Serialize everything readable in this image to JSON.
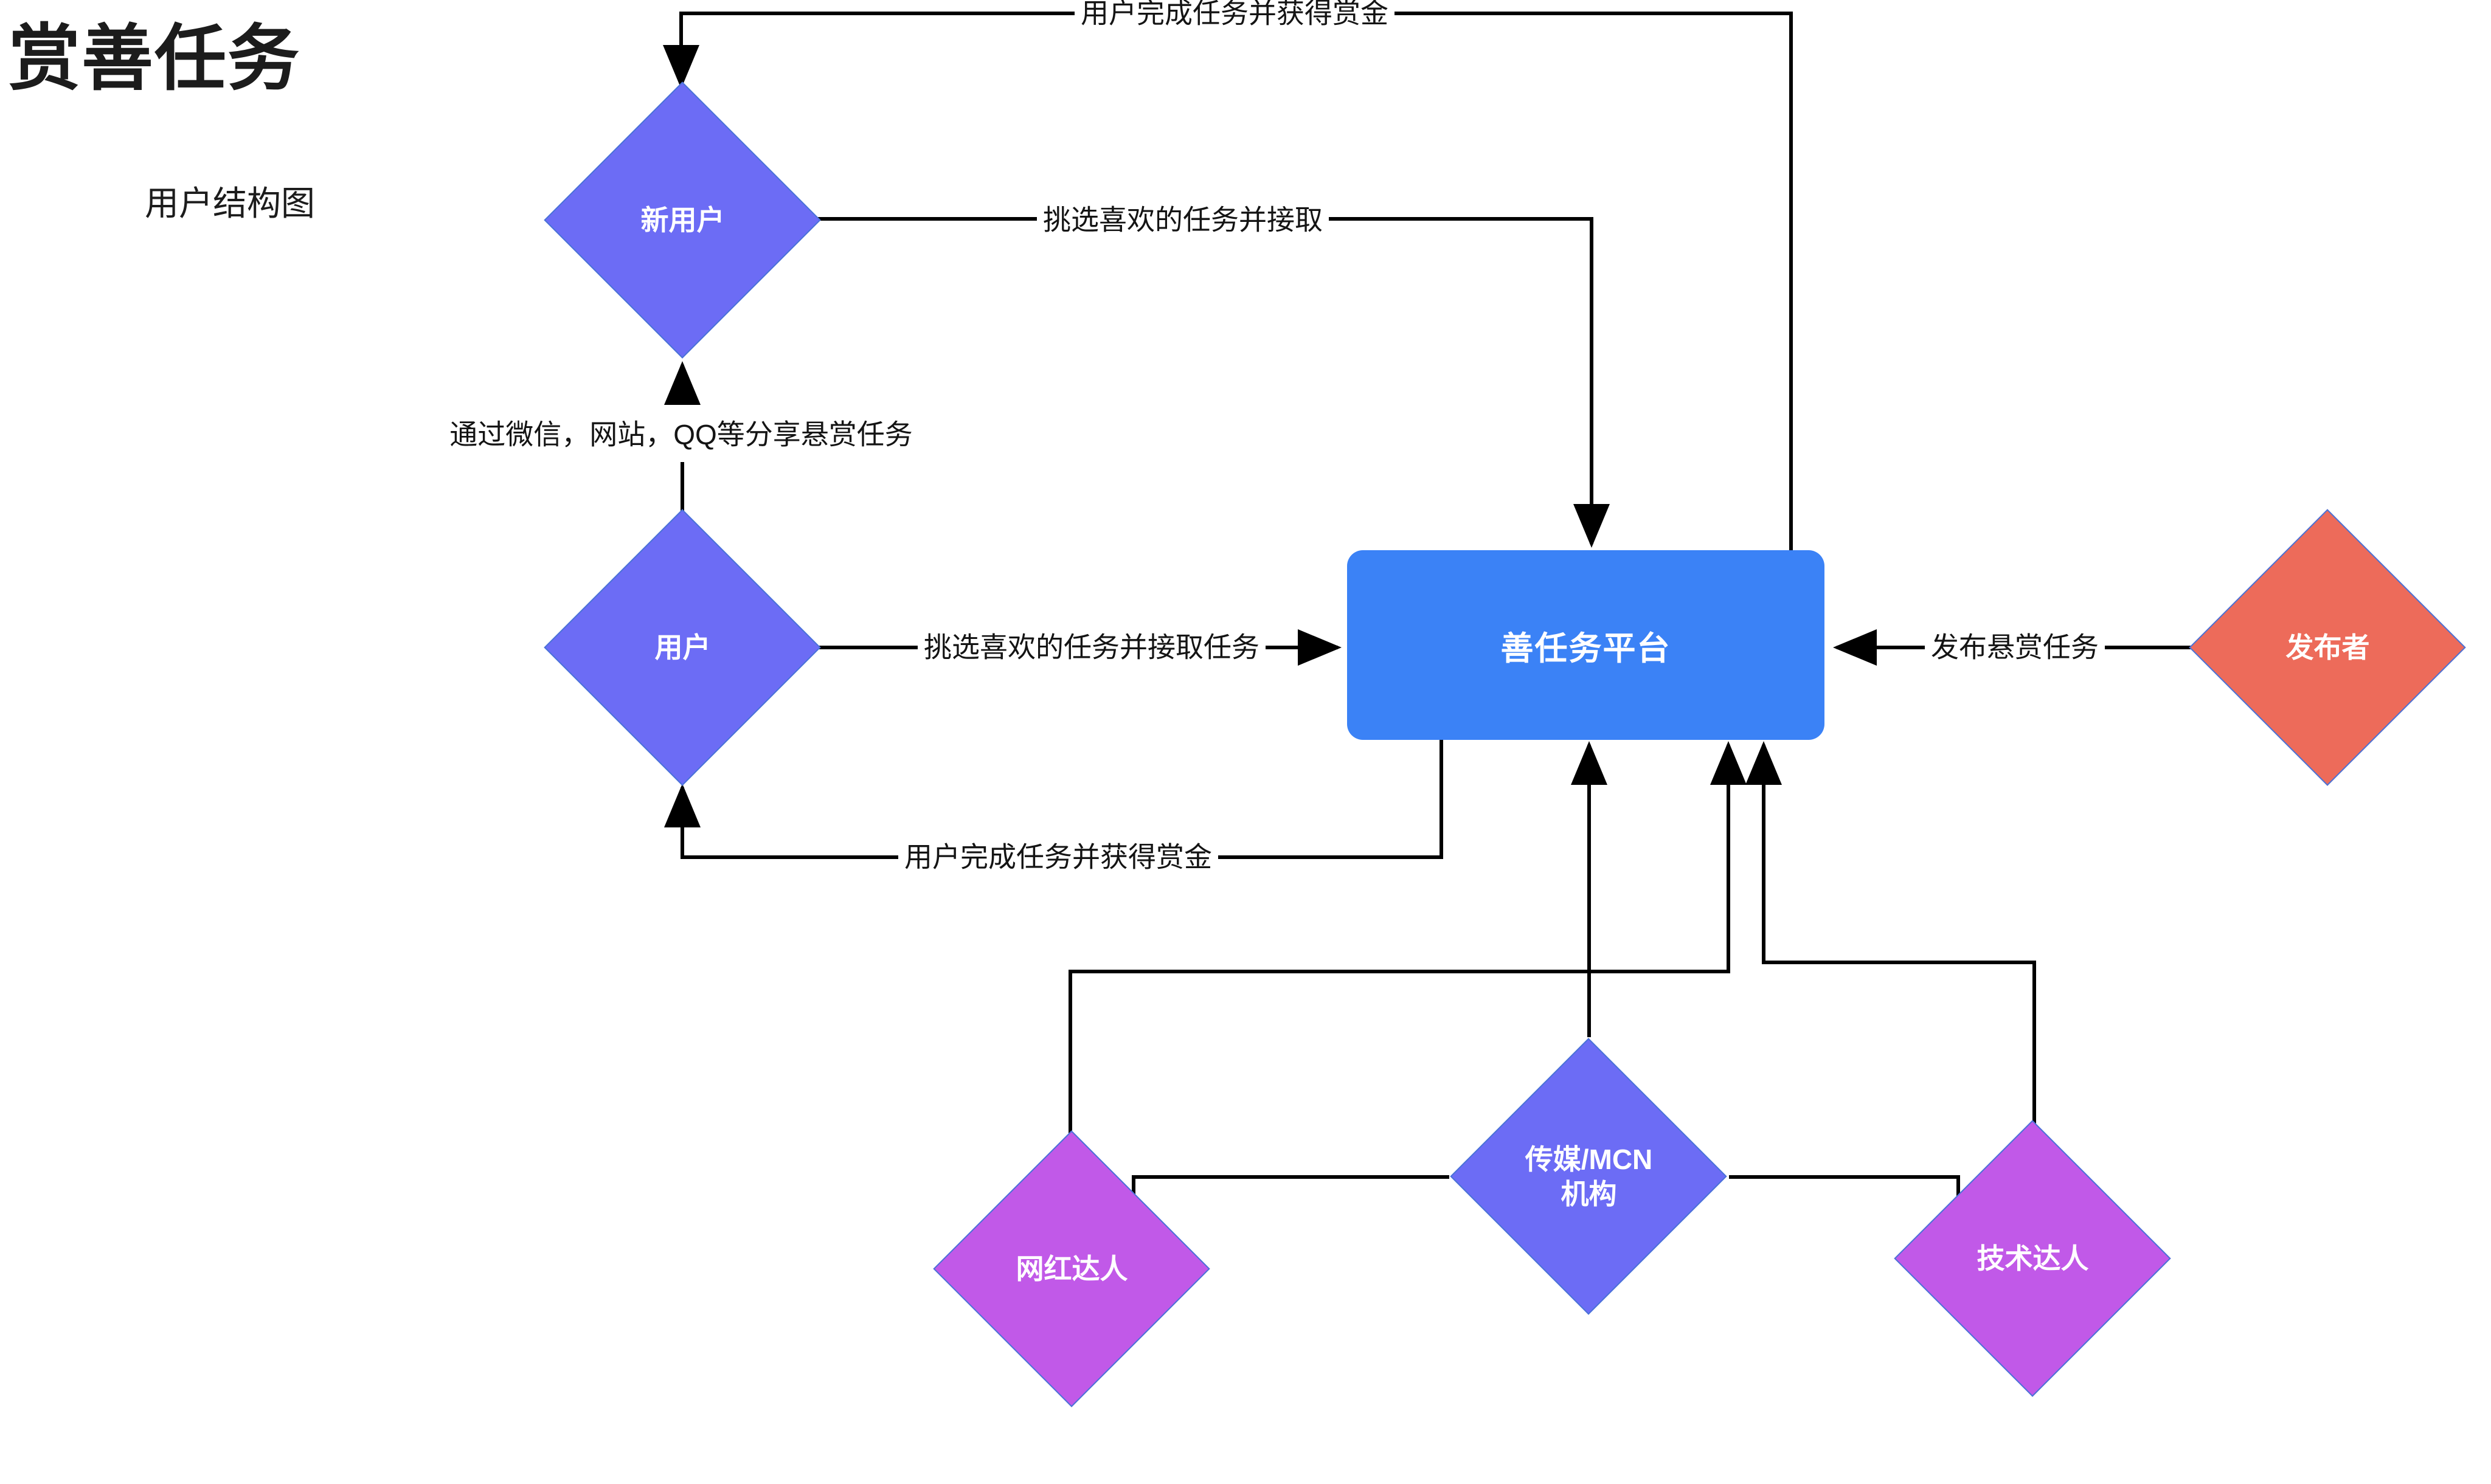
{
  "header": {
    "title": "赏善任务",
    "subtitle": "用户结构图"
  },
  "colors": {
    "periwinkle": "#6C6CF5",
    "platform_blue": "#3B82F6",
    "coral_red": "#ED6B5A",
    "orchid_purple": "#C159E8",
    "node_stroke": "#4A73D8",
    "edge_stroke": "#000000",
    "text_dark": "#141414",
    "node_text": "#FFFFFF",
    "background": "#FFFFFF"
  },
  "diagram": {
    "type": "flowchart",
    "nodes": [
      {
        "id": "new_user",
        "label": "新用户",
        "shape": "diamond",
        "color": "#6C6CF5",
        "font_size": 46
      },
      {
        "id": "user",
        "label": "用户",
        "shape": "diamond",
        "color": "#6C6CF5",
        "font_size": 46
      },
      {
        "id": "platform",
        "label": "善任务平台",
        "shape": "rounded-rect",
        "color": "#3B82F6",
        "font_size": 54
      },
      {
        "id": "publisher",
        "label": "发布者",
        "shape": "diamond",
        "color": "#ED6B5A",
        "font_size": 46
      },
      {
        "id": "mcn",
        "label": "传媒/MCN\n机构",
        "shape": "diamond",
        "color": "#6C6CF5",
        "font_size": 46
      },
      {
        "id": "influencer",
        "label": "网红达人",
        "shape": "diamond",
        "color": "#C159E8",
        "font_size": 46
      },
      {
        "id": "tech_pro",
        "label": "技术达人",
        "shape": "diamond",
        "color": "#C159E8",
        "font_size": 46
      }
    ],
    "edges": [
      {
        "id": "e1",
        "from": "platform",
        "to": "new_user",
        "label": "用户完成任务并获得赏金"
      },
      {
        "id": "e2",
        "from": "new_user",
        "to": "platform",
        "label": "挑选喜欢的任务并接取"
      },
      {
        "id": "e3",
        "from": "user",
        "to": "new_user",
        "label": "通过微信，网站，QQ等分享悬赏任务"
      },
      {
        "id": "e4",
        "from": "user",
        "to": "platform",
        "label": "挑选喜欢的任务并接取任务"
      },
      {
        "id": "e5",
        "from": "publisher",
        "to": "platform",
        "label": "发布悬赏任务"
      },
      {
        "id": "e6",
        "from": "platform",
        "to": "user",
        "label": "用户完成任务并获得赏金"
      },
      {
        "id": "e7",
        "from": "mcn",
        "to": "platform",
        "label": ""
      },
      {
        "id": "e8",
        "from": "mcn",
        "to": "influencer",
        "label": ""
      },
      {
        "id": "e9",
        "from": "mcn",
        "to": "tech_pro",
        "label": ""
      },
      {
        "id": "e10",
        "from": "influencer",
        "to": "platform",
        "label": ""
      },
      {
        "id": "e11",
        "from": "tech_pro",
        "to": "platform",
        "label": ""
      }
    ]
  }
}
